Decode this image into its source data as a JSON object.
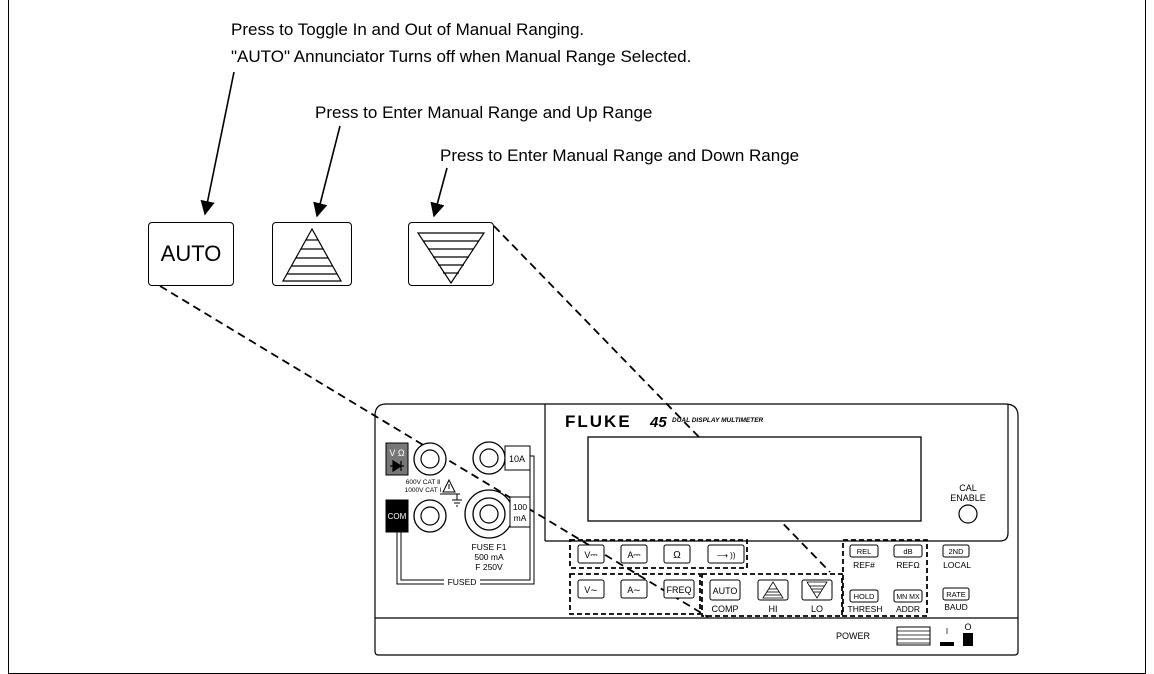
{
  "callouts": {
    "auto_line1": "Press to Toggle In and Out of Manual Ranging.",
    "auto_line2": "\"AUTO\" Annunciator Turns off when Manual Range Selected.",
    "up_range": "Press to Enter Manual Range and Up Range",
    "down_range": "Press to  Enter Manual Range and Down Range"
  },
  "big_keys": {
    "auto": "AUTO"
  },
  "meter": {
    "brand": "FLUKE",
    "model": "45",
    "model_sub": "DUAL DISPLAY MULTIMETER",
    "cal_enable_line1": "CAL",
    "cal_enable_line2": "ENABLE",
    "jacks": {
      "v_ohm": "V Ω",
      "ten_a": "10A",
      "com": "COM",
      "hundred_ma_1": "100",
      "hundred_ma_2": "mA",
      "cat_line1": "600V CAT Ⅱ",
      "cat_line2": "1000V CAT Ⅰ",
      "fuse_line1": "FUSE F1",
      "fuse_line2": "500 mA",
      "fuse_line3": "F 250V",
      "fused": "FUSED"
    },
    "function_keys": {
      "vdc": "V⎓",
      "adc": "A⎓",
      "ohm": "Ω",
      "diode": "⟶ ))",
      "vac": "V∼",
      "aac": "A∼",
      "freq": "FREQ"
    },
    "range_keys": {
      "auto": "AUTO",
      "auto_sub": "COMP",
      "up_sub": "HI",
      "down_sub": "LO"
    },
    "right_keys": {
      "rel": "REL",
      "rel_sub": "REF#",
      "db": "dB",
      "db_sub": "REFΩ",
      "second": "2ND",
      "second_sub": "LOCAL",
      "hold": "HOLD",
      "hold_sub": "THRESH",
      "mnmx": "MN MX",
      "mnmx_sub": "ADDR",
      "rate": "RATE",
      "rate_sub": "BAUD"
    },
    "power": "POWER",
    "power_on": "I",
    "power_off": "O"
  }
}
